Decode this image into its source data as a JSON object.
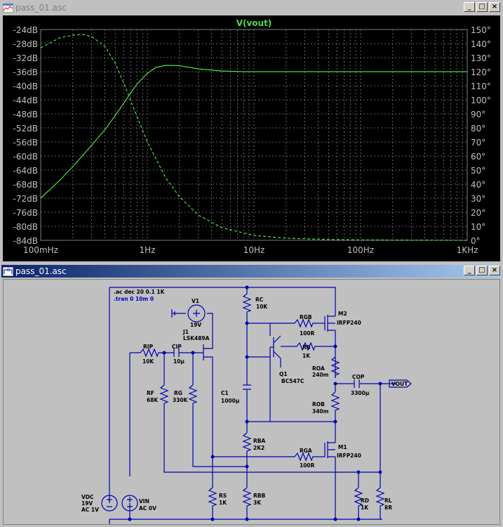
{
  "plot_window": {
    "title": "pass_01.asc",
    "buttons": {
      "minimize": "_",
      "maximize": "□",
      "close": "×"
    }
  },
  "schematic_window": {
    "title": "pass_01.asc",
    "buttons": {
      "minimize": "_",
      "maximize": "□",
      "close": "×"
    }
  },
  "chart_data": {
    "type": "line",
    "title": "V(vout)",
    "x_scale": "log",
    "x_ticks": [
      "100mHz",
      "1Hz",
      "10Hz",
      "100Hz",
      "1KHz"
    ],
    "x_tick_values": [
      0.1,
      1,
      10,
      100,
      1000
    ],
    "y_left_ticks": [
      "-24dB",
      "-28dB",
      "-32dB",
      "-36dB",
      "-40dB",
      "-44dB",
      "-48dB",
      "-52dB",
      "-56dB",
      "-60dB",
      "-64dB",
      "-68dB",
      "-72dB",
      "-76dB",
      "-80dB",
      "-84dB"
    ],
    "y_left_range": [
      -84,
      -24
    ],
    "y_right_ticks": [
      "150°",
      "140°",
      "130°",
      "120°",
      "110°",
      "100°",
      "90°",
      "80°",
      "70°",
      "60°",
      "50°",
      "40°",
      "30°",
      "20°",
      "10°",
      "0°"
    ],
    "y_right_range": [
      0,
      150
    ],
    "grid": true,
    "series": [
      {
        "axis": "left",
        "style": "solid",
        "color": "#4ade4a",
        "x": [
          0.1,
          0.15,
          0.2,
          0.3,
          0.4,
          0.5,
          0.6,
          0.7,
          0.8,
          1.0,
          1.2,
          1.5,
          2,
          3,
          5,
          8,
          10,
          100,
          1000
        ],
        "y": [
          -72,
          -67,
          -63,
          -57,
          -52.5,
          -48.5,
          -45,
          -42,
          -39.5,
          -36.5,
          -34.8,
          -34.2,
          -34.3,
          -35.2,
          -35.8,
          -36,
          -36,
          -36,
          -36
        ]
      },
      {
        "axis": "right",
        "style": "dashed",
        "color": "#4ade4a",
        "x": [
          0.1,
          0.15,
          0.2,
          0.25,
          0.3,
          0.4,
          0.5,
          0.6,
          0.8,
          1.0,
          1.5,
          2,
          3,
          5,
          10,
          20,
          50,
          100,
          1000
        ],
        "y": [
          137,
          144,
          146,
          146.5,
          145,
          138,
          126,
          112,
          88,
          70,
          44,
          31,
          18,
          9,
          3.5,
          1.5,
          0.6,
          0.3,
          0
        ]
      }
    ]
  },
  "schematic": {
    "directives": [
      ".ac dec 20 0.1 1K",
      ".tran 0 10m 0"
    ],
    "components": [
      {
        "ref": "V1",
        "value": "19V"
      },
      {
        "ref": "J1",
        "value": "LSK489A"
      },
      {
        "ref": "RIP",
        "value": "10K"
      },
      {
        "ref": "CIP",
        "value": "10µ"
      },
      {
        "ref": "RF",
        "value": "68K"
      },
      {
        "ref": "RG",
        "value": "330K"
      },
      {
        "ref": "RC",
        "value": "10K"
      },
      {
        "ref": "C1",
        "value": "1000µ"
      },
      {
        "ref": "RBA",
        "value": "2K2"
      },
      {
        "ref": "RS",
        "value": "1K"
      },
      {
        "ref": "RBB",
        "value": "3K"
      },
      {
        "ref": "Q1",
        "value": "BC547C"
      },
      {
        "ref": "RB",
        "value": "1K"
      },
      {
        "ref": "RGB",
        "value": "100R"
      },
      {
        "ref": "M2",
        "value": "IRFP240"
      },
      {
        "ref": "ROA",
        "value": "240m"
      },
      {
        "ref": "ROB",
        "value": "340m"
      },
      {
        "ref": "COP",
        "value": "3300µ"
      },
      {
        "ref": "RGA",
        "value": "100R"
      },
      {
        "ref": "M1",
        "value": "IRFP240"
      },
      {
        "ref": "RD",
        "value": "1K"
      },
      {
        "ref": "RL",
        "value": "8R"
      }
    ],
    "vdc": {
      "ref": "VDC",
      "value": "19V",
      "ac": "AC 1V"
    },
    "vin": {
      "ref": "VIN",
      "value": "AC 0V"
    },
    "net_label": "VOUT"
  }
}
